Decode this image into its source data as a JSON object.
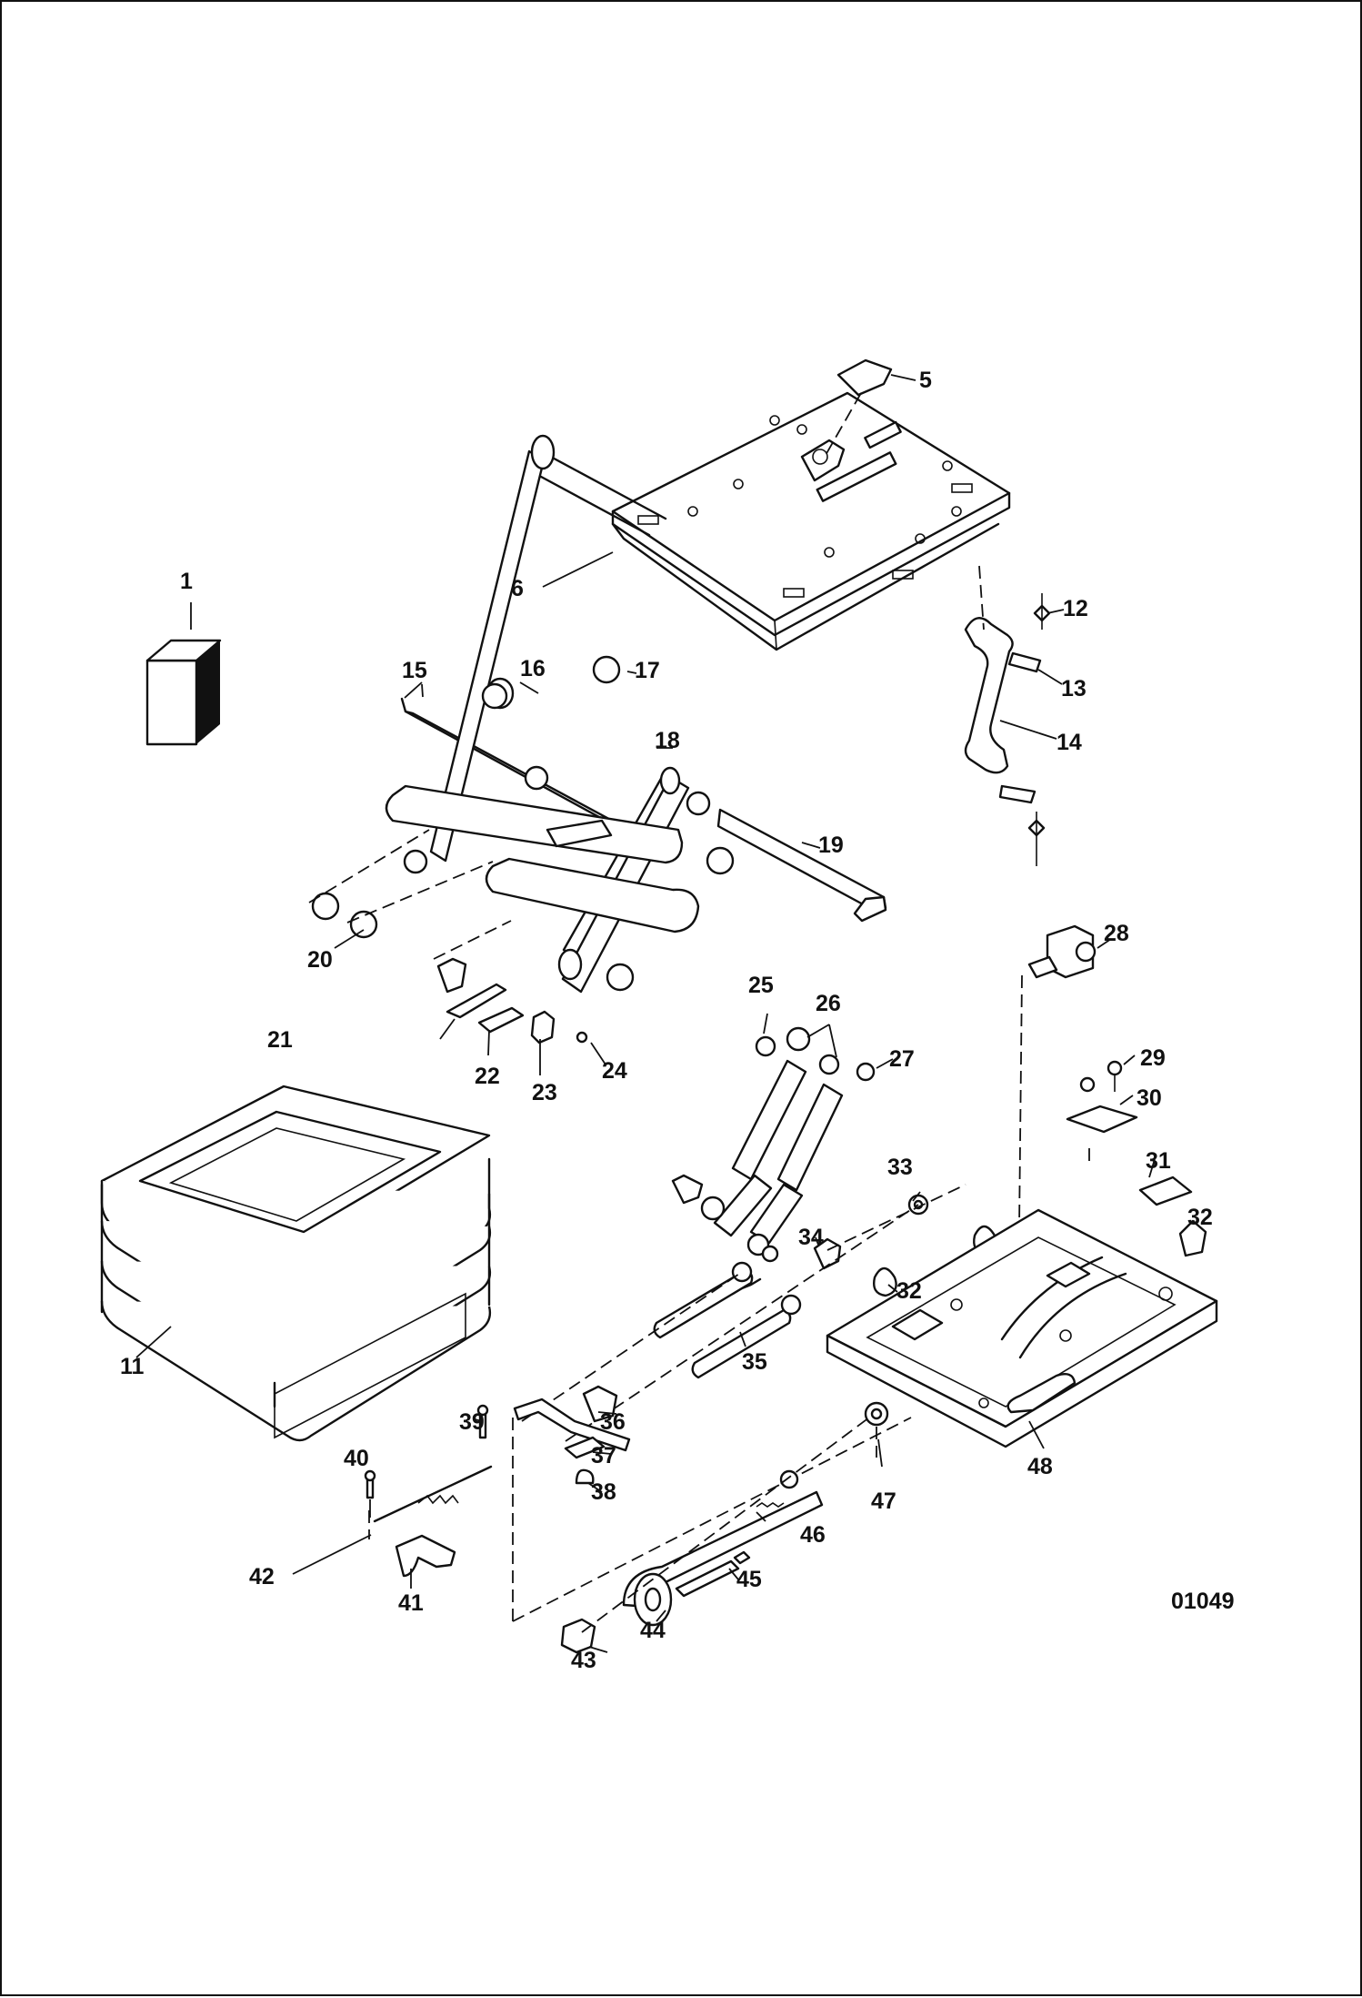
{
  "drawing": {
    "number": "01049",
    "callouts": [
      "1",
      "5",
      "6",
      "11",
      "12",
      "13",
      "14",
      "15",
      "16",
      "17",
      "18",
      "19",
      "20",
      "21",
      "22",
      "23",
      "24",
      "25",
      "26",
      "27",
      "28",
      "29",
      "30",
      "31",
      "32",
      "32",
      "33",
      "34",
      "35",
      "36",
      "37",
      "38",
      "39",
      "40",
      "41",
      "42",
      "43",
      "44",
      "45",
      "46",
      "47",
      "48"
    ]
  }
}
